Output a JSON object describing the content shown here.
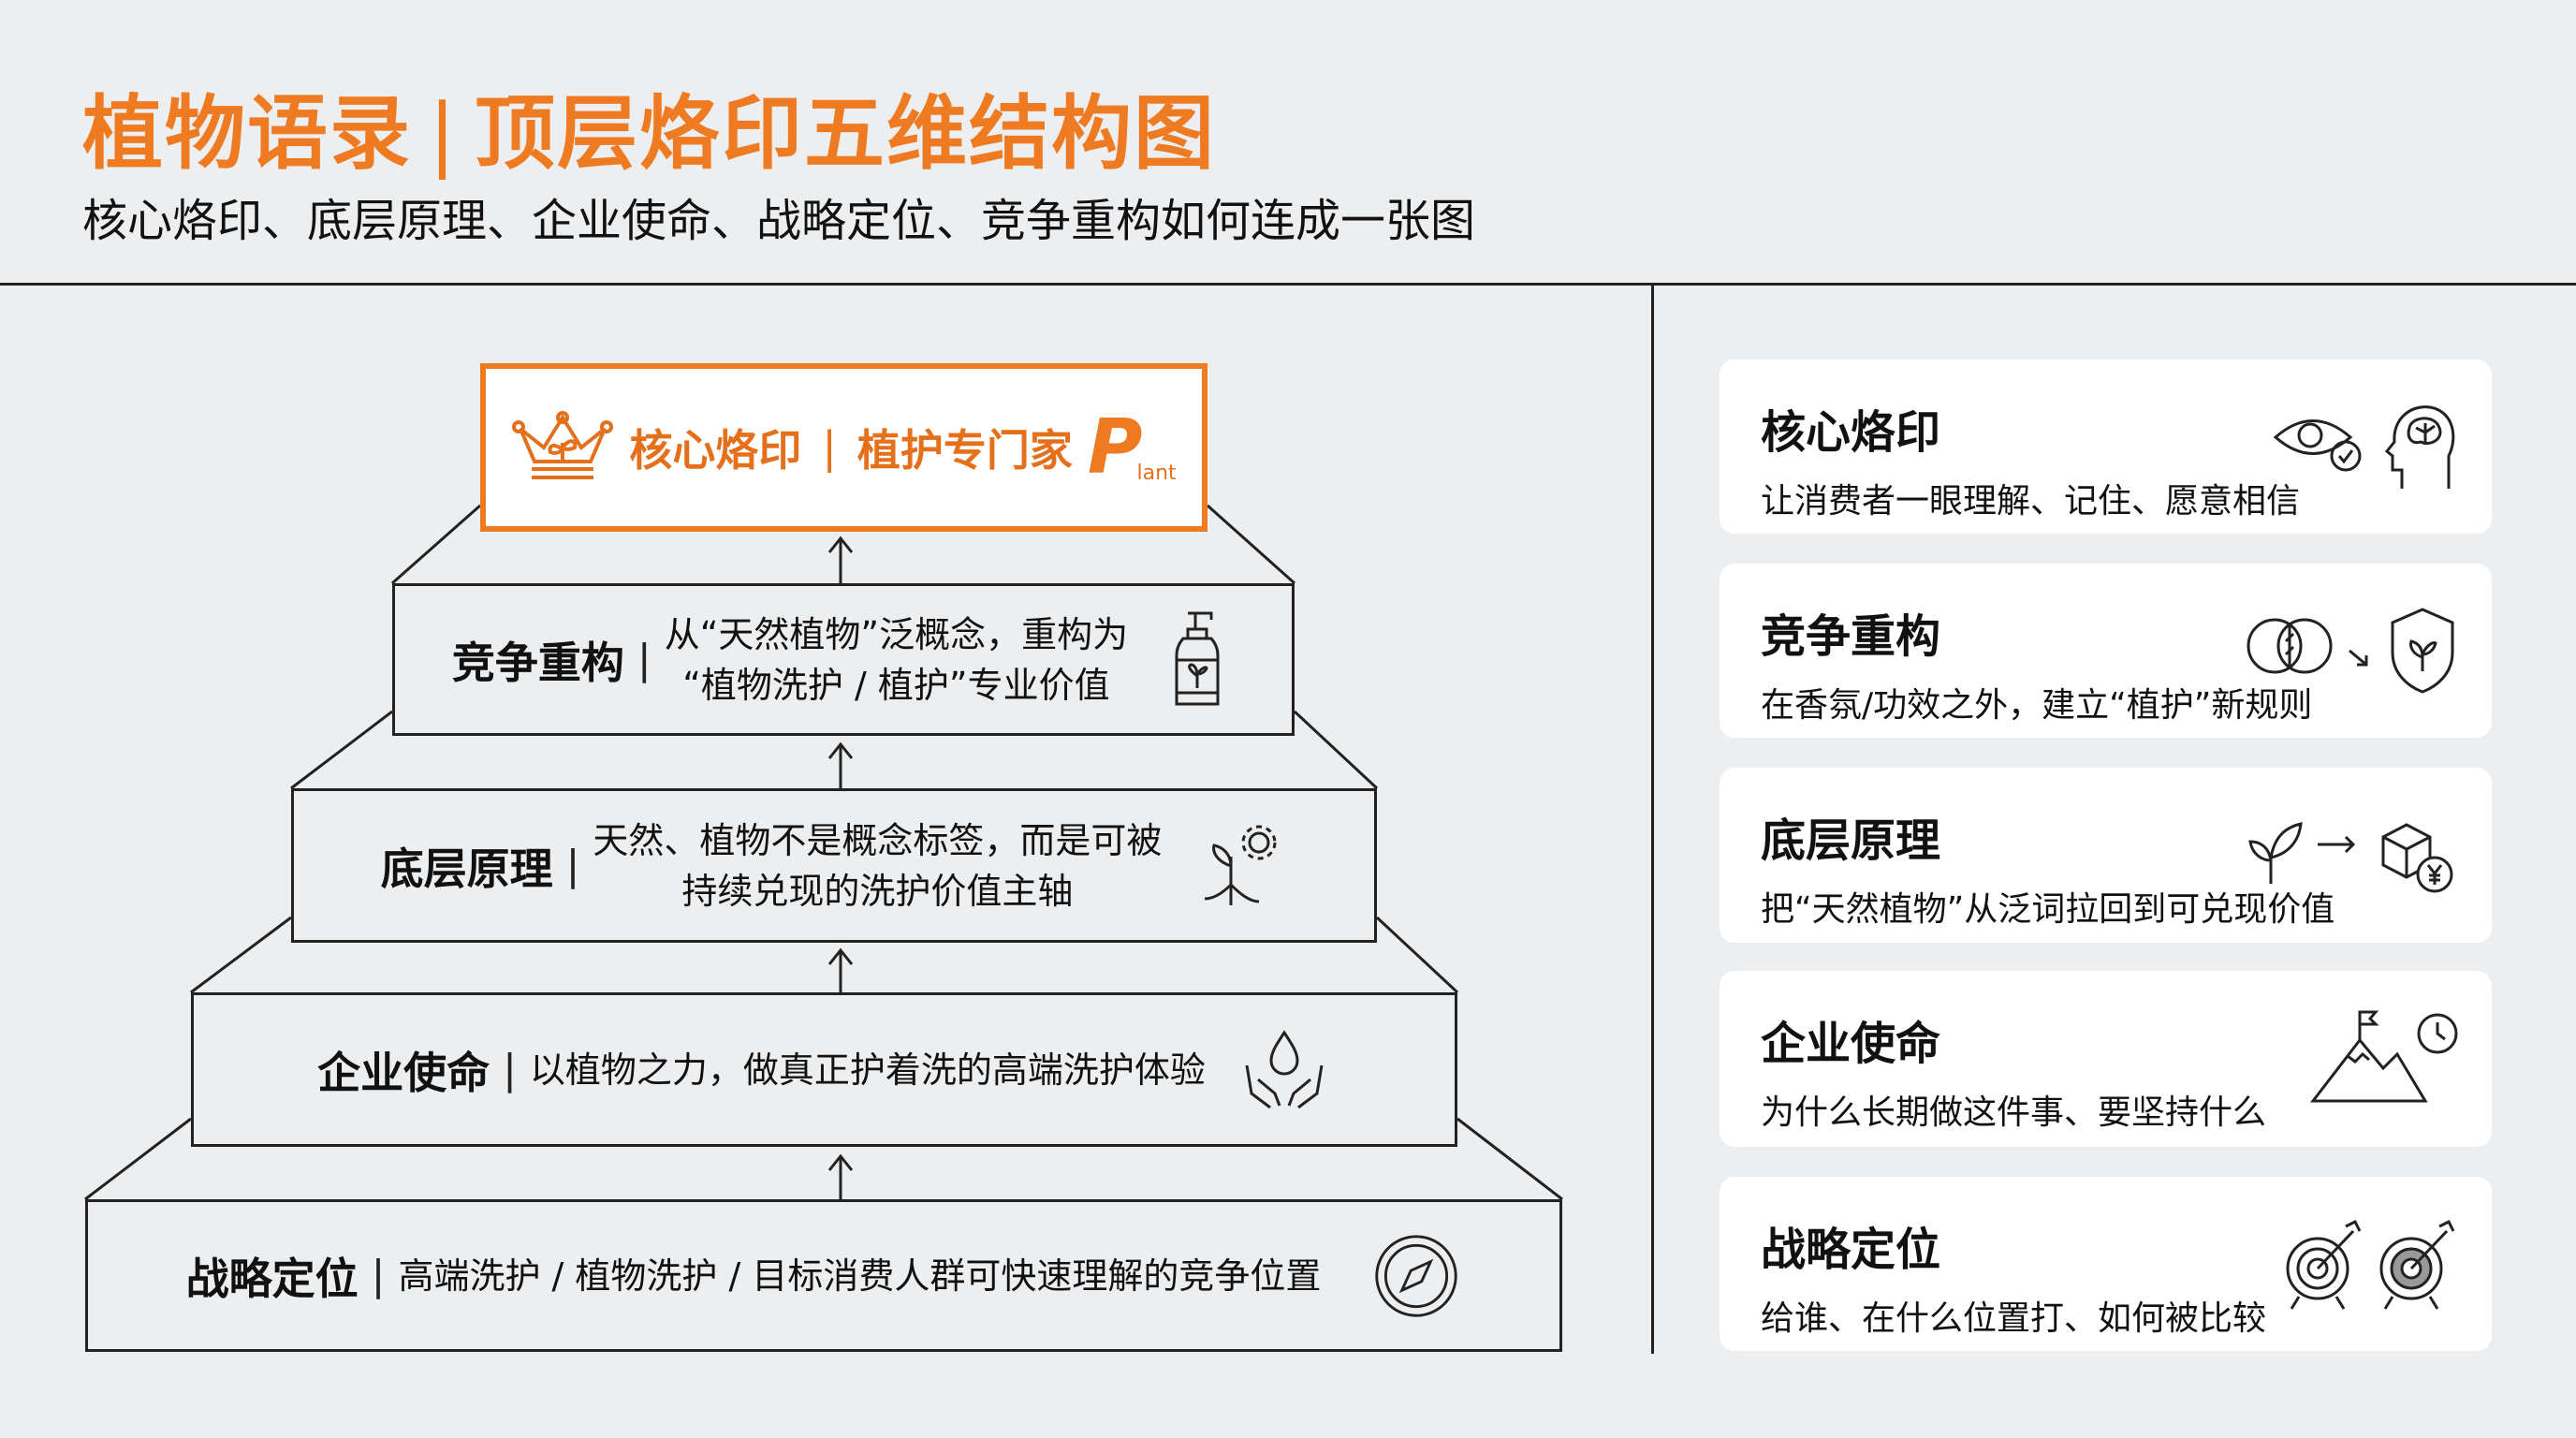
{
  "header": {
    "title_a": "植物语录",
    "title_sep": "|",
    "title_b": "顶层烙印五维结构图",
    "subtitle": "核心烙印、底层原理、企业使命、战略定位、竞争重构如何连成一张图"
  },
  "pyramid": {
    "top": {
      "title": "核心烙印",
      "sep": "|",
      "text": "植护专门家",
      "logo_p": "P",
      "logo_lant": "lant"
    },
    "tiers": [
      {
        "title": "竞争重构",
        "sep": "|",
        "line1": "从“天然植物”泛概念，重构为",
        "line2": "“植物洗护 / 植护”专业价值",
        "icon": "pump-bottle-icon"
      },
      {
        "title": "底层原理",
        "sep": "|",
        "line1": "天然、植物不是概念标签，而是可被",
        "line2": "持续兑现的洗护价值主轴",
        "icon": "plant-gear-icon"
      },
      {
        "title": "企业使命",
        "sep": "|",
        "line1": "以植物之力，做真正护着洗的高端洗护体验",
        "icon": "hands-drop-icon"
      },
      {
        "title": "战略定位",
        "sep": "|",
        "line1": "高端洗护 / 植物洗护 / 目标消费人群可快速理解的竞争位置",
        "icon": "compass-icon"
      }
    ]
  },
  "cards": [
    {
      "title": "核心烙印",
      "desc": "让消费者一眼理解、记住、愿意相信",
      "icons": [
        "eye-check-icon",
        "head-brain-icon"
      ]
    },
    {
      "title": "竞争重构",
      "desc": "在香氛/功效之外，建立“植护”新规则",
      "icons": [
        "venn-icon",
        "shield-leaf-icon"
      ]
    },
    {
      "title": "底层原理",
      "desc": "把“天然植物”从泛词拉回到可兑现价值",
      "icons": [
        "sprout-icon",
        "box-yen-icon"
      ]
    },
    {
      "title": "企业使命",
      "desc": "为什么长期做这件事、要坚持什么",
      "icons": [
        "mountain-flag-icon",
        "clock-icon"
      ]
    },
    {
      "title": "战略定位",
      "desc": "给谁、在什么位置打、如何被比较",
      "icons": [
        "target-icon",
        "target-icon"
      ]
    }
  ],
  "colors": {
    "accent": "#ee7a22",
    "background": "#eceef0",
    "line": "#222222"
  }
}
